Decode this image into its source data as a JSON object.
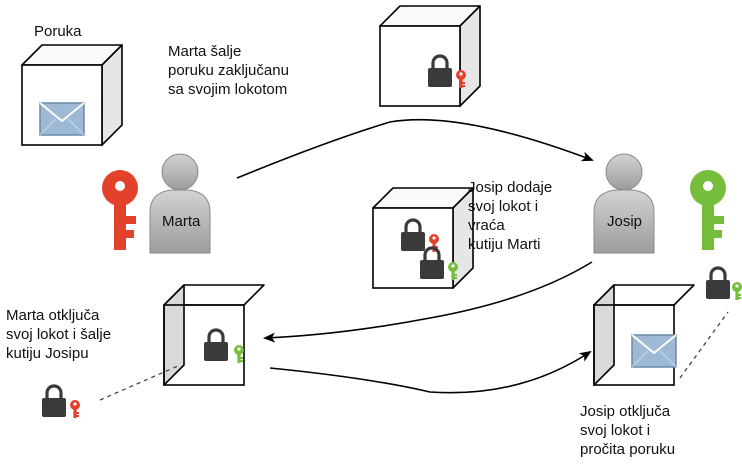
{
  "labels": {
    "message_title": "Poruka",
    "marta": "Marta",
    "josip": "Josip",
    "step1": "Marta šalje\nporuku zaključanu\nsa svojim lokotom",
    "step2": "Josip dodaje\nsvoj lokot i\nvraća\nkutiju Marti",
    "step3": "Marta otključa\nsvoj lokot i šalje\nkutiju Josipu",
    "step4": "Josip otključa\nsvoj lokot i\npročita poruku"
  },
  "icons": {
    "box": "box-icon",
    "person": "person-icon",
    "key": "key-icon",
    "padlock": "padlock-icon",
    "envelope": "envelope-icon"
  },
  "colors": {
    "marta_key": "#e2412c",
    "josip_key": "#76bd3c",
    "padlock": "#3a3a3a",
    "envelope": "#8fb2cf",
    "person": "#b3b3b3"
  }
}
